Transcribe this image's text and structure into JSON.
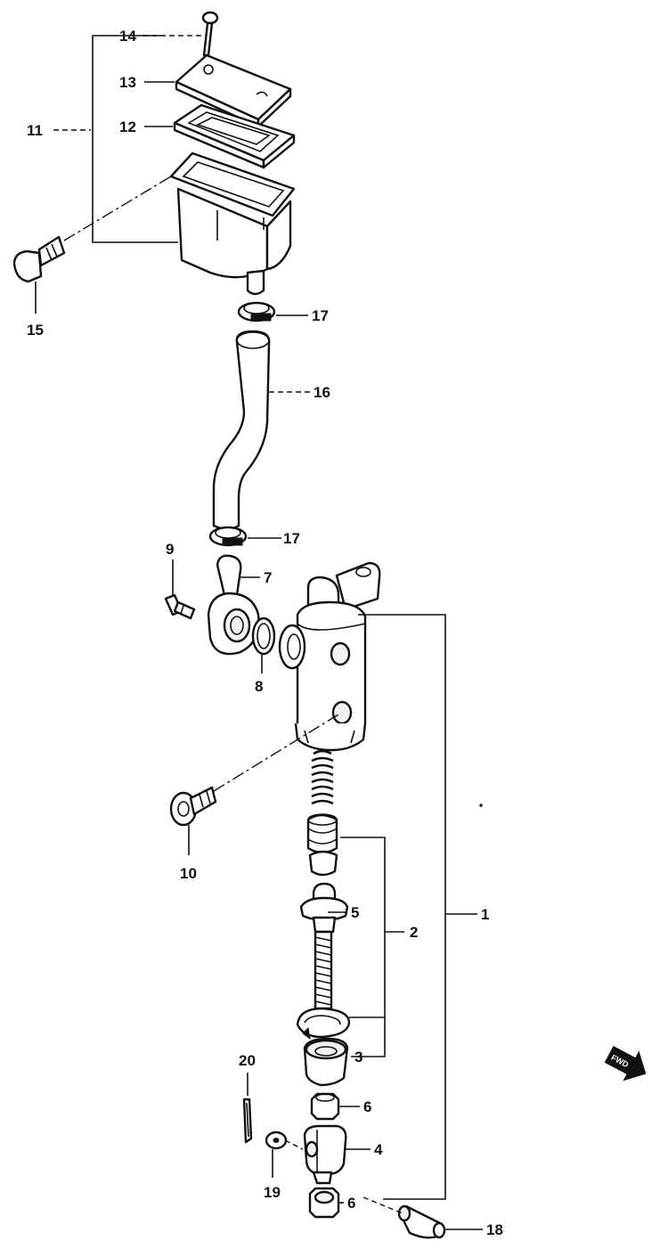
{
  "diagram": {
    "callouts": {
      "c1": "1",
      "c2": "2",
      "c3": "3",
      "c4": "4",
      "c5": "5",
      "c6a": "6",
      "c6b": "6",
      "c7": "7",
      "c8": "8",
      "c9": "9",
      "c10": "10",
      "c11": "11",
      "c12": "12",
      "c13": "13",
      "c14": "14",
      "c15": "15",
      "c16": "16",
      "c17a": "17",
      "c17b": "17",
      "c18": "18",
      "c20": "20",
      "c19": "19"
    },
    "direction_arrow": "FWD",
    "ink_color": "#111111",
    "background": "#ffffff"
  }
}
